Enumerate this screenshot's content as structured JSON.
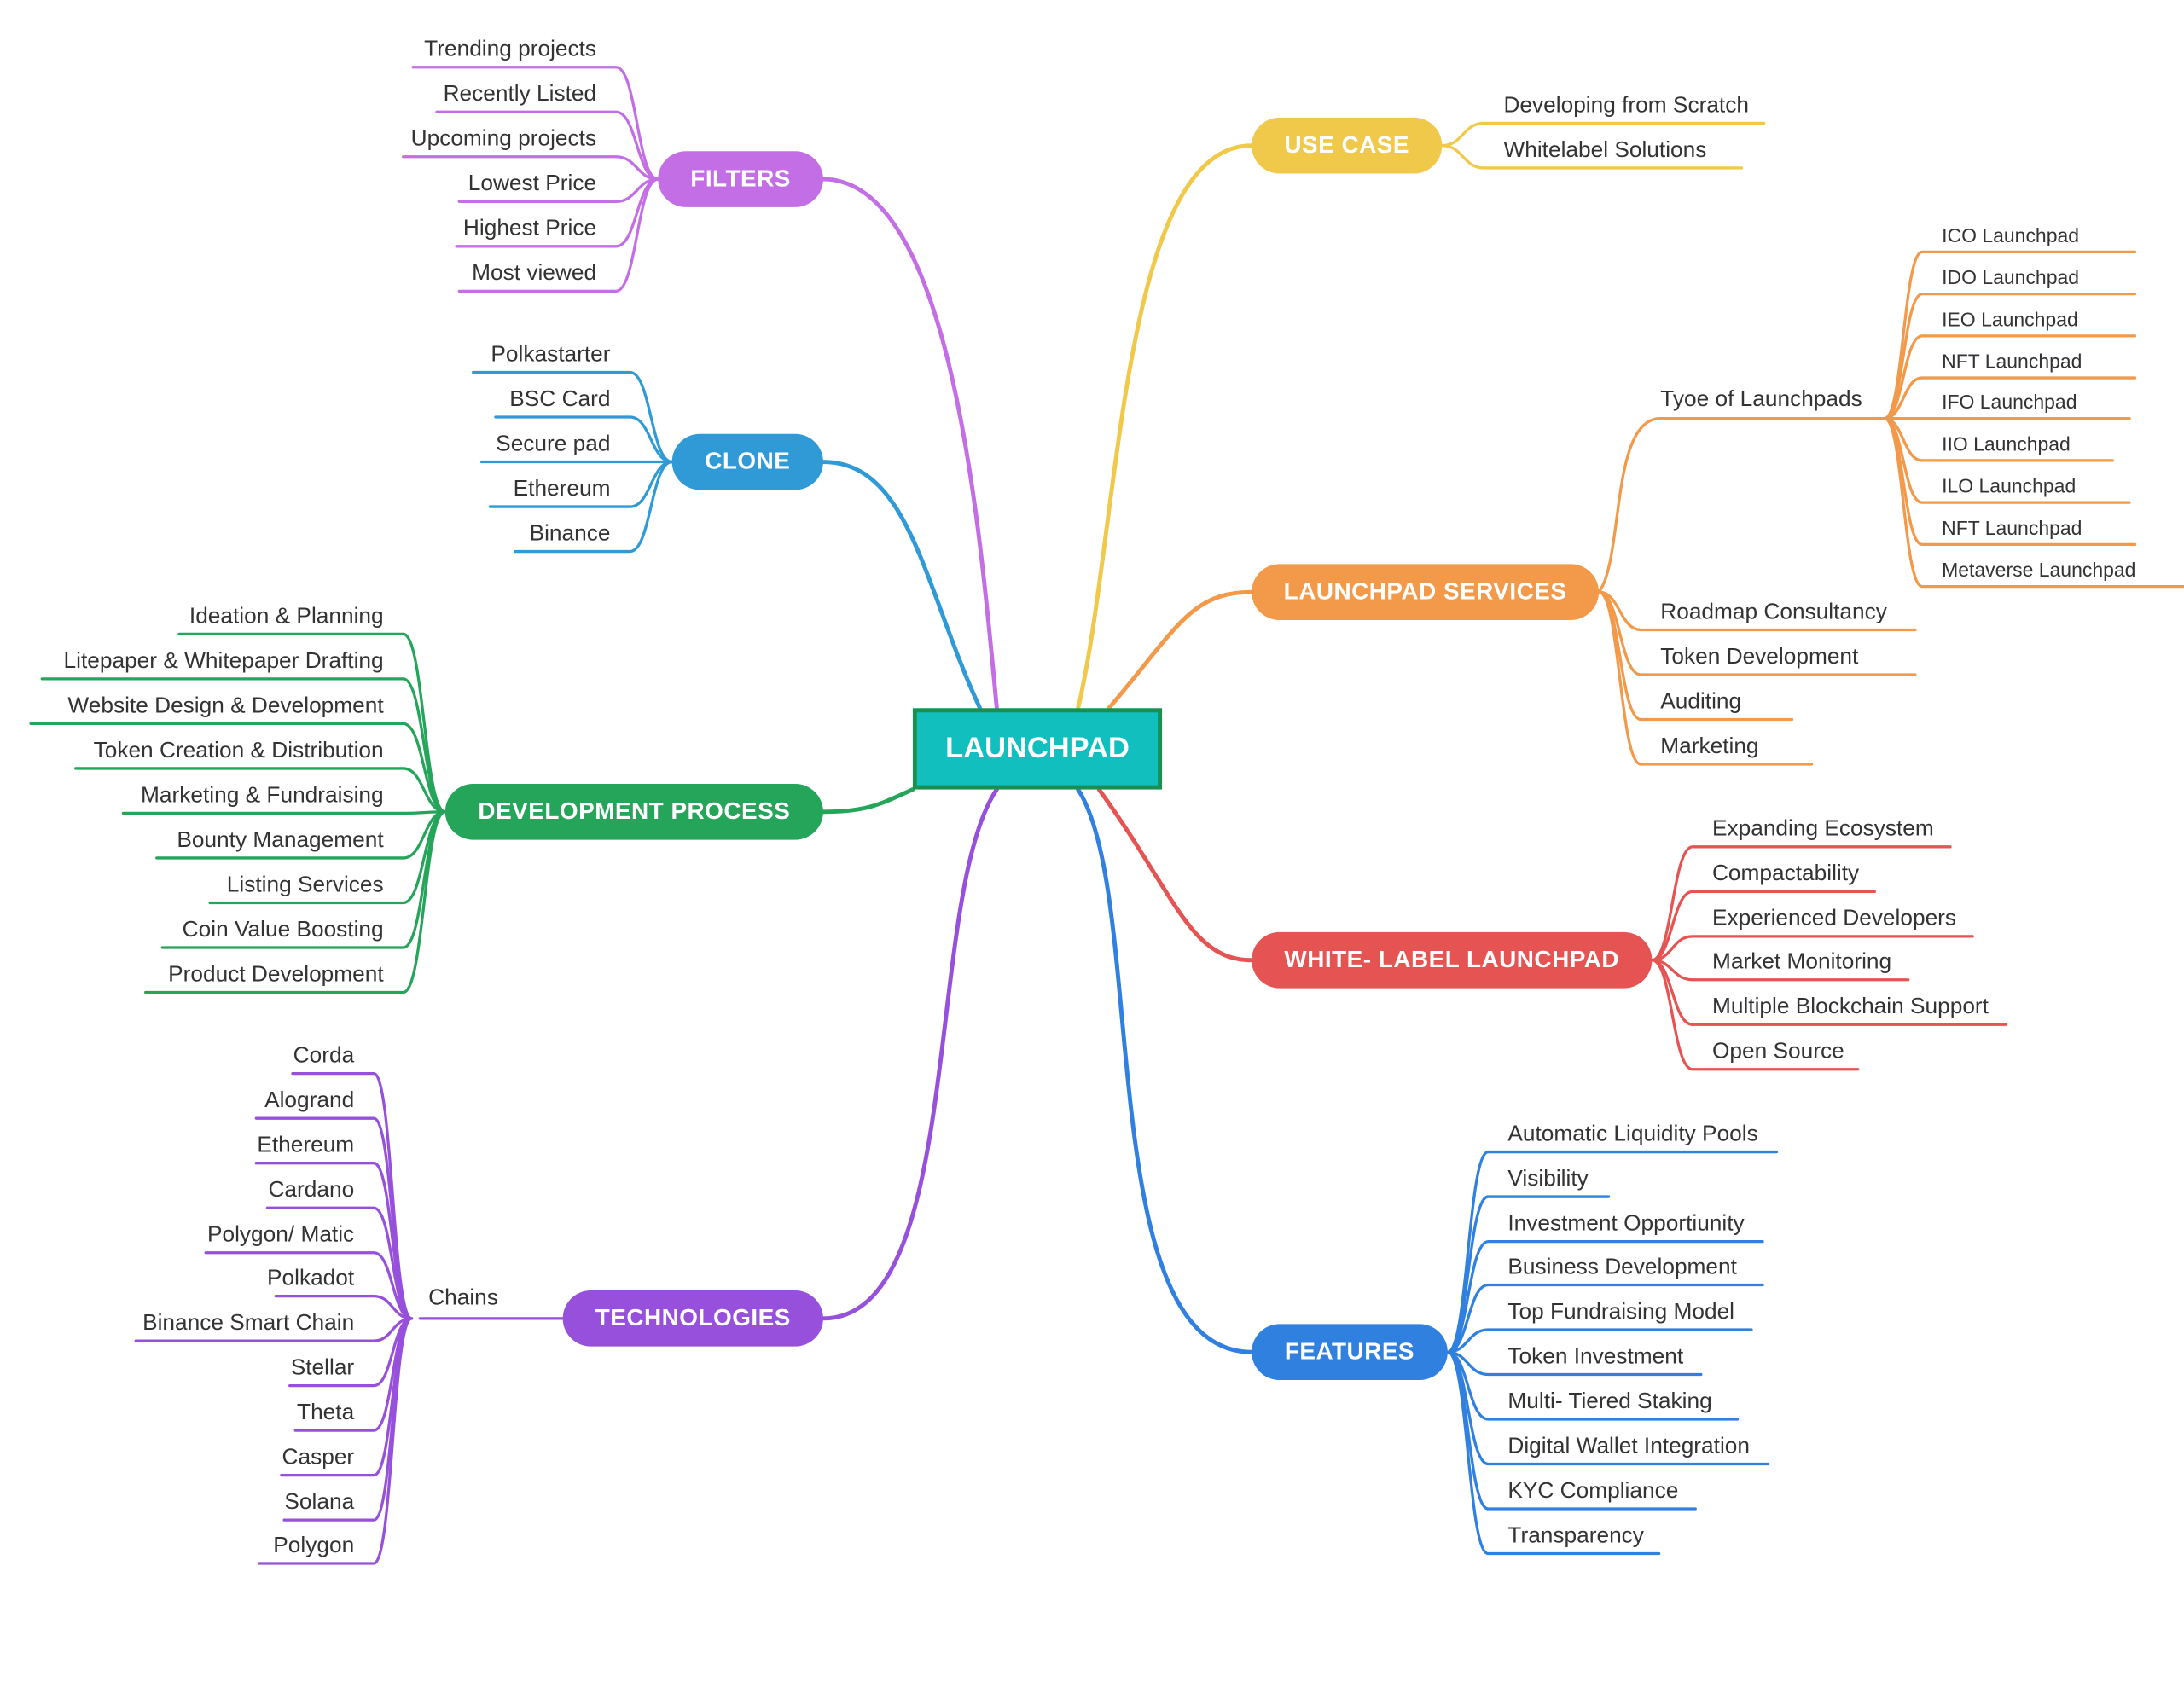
{
  "root": {
    "label": "LAUNCHPAD"
  },
  "colors": {
    "filters": "#c46ee6",
    "clone": "#2f9ad6",
    "development": "#25a55a",
    "technologies": "#9650db",
    "use_case": "#f0c84a",
    "launchpad_services": "#f2994a",
    "white_label": "#e65353",
    "features": "#3080e0",
    "text": "#333333"
  },
  "branches": {
    "filters": {
      "label": "FILTERS",
      "items": [
        "Trending projects",
        "Recently Listed",
        "Upcoming projects",
        "Lowest Price",
        "Highest Price",
        "Most viewed"
      ]
    },
    "clone": {
      "label": "CLONE",
      "items": [
        "Polkastarter",
        "BSC Card",
        "Secure pad",
        "Ethereum",
        "Binance"
      ]
    },
    "development": {
      "label": "DEVELOPMENT PROCESS",
      "items": [
        "Ideation & Planning",
        "Litepaper & Whitepaper Drafting",
        "Website Design & Development",
        "Token Creation & Distribution",
        "Marketing & Fundraising",
        "Bounty Management",
        "Listing Services",
        "Coin Value Boosting",
        "Product Development"
      ]
    },
    "technologies": {
      "label": "TECHNOLOGIES",
      "sub_label": "Chains",
      "items": [
        "Corda",
        "Alogrand",
        "Ethereum",
        "Cardano",
        "Polygon/ Matic",
        "Polkadot",
        "Binance Smart Chain",
        "Stellar",
        "Theta",
        "Casper",
        "Solana",
        "Polygon"
      ]
    },
    "use_case": {
      "label": "USE CASE",
      "items": [
        "Developing from Scratch",
        "Whitelabel Solutions"
      ]
    },
    "launchpad_services": {
      "label": "LAUNCHPAD SERVICES",
      "sub_label": "Tyoe of Launchpads",
      "sub_items": [
        "ICO Launchpad",
        "IDO Launchpad",
        "IEO Launchpad",
        "NFT Launchpad",
        "IFO Launchpad",
        "IIO Launchpad",
        "ILO Launchpad",
        "NFT Launchpad",
        "Metaverse Launchpad"
      ],
      "items": [
        "Roadmap Consultancy",
        "Token Development",
        "Auditing",
        "Marketing"
      ]
    },
    "white_label": {
      "label": "WHITE- LABEL LAUNCHPAD",
      "items": [
        "Expanding Ecosystem",
        "Compactability",
        "Experienced Developers",
        "Market Monitoring",
        "Multiple Blockchain Support",
        "Open Source"
      ]
    },
    "features": {
      "label": "FEATURES",
      "items": [
        "Automatic Liquidity Pools",
        "Visibility",
        "Investment Opportiunity",
        "Business Development",
        "Top Fundraising Model",
        "Token Investment",
        "Multi- Tiered Staking",
        "Digital Wallet Integration",
        "KYC Compliance",
        "Transparency"
      ]
    }
  }
}
